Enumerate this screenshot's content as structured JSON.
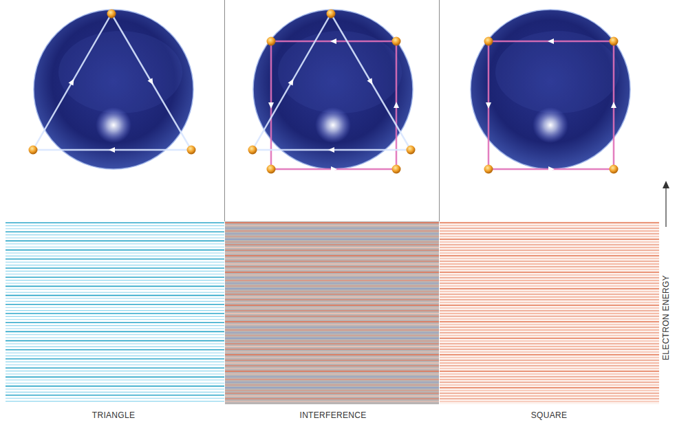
{
  "diagram": {
    "labels": [
      "TRIANGLE",
      "INTERFERENCE",
      "SQUARE",
      "ELECTRON ENERGY"
    ]
  }
}
